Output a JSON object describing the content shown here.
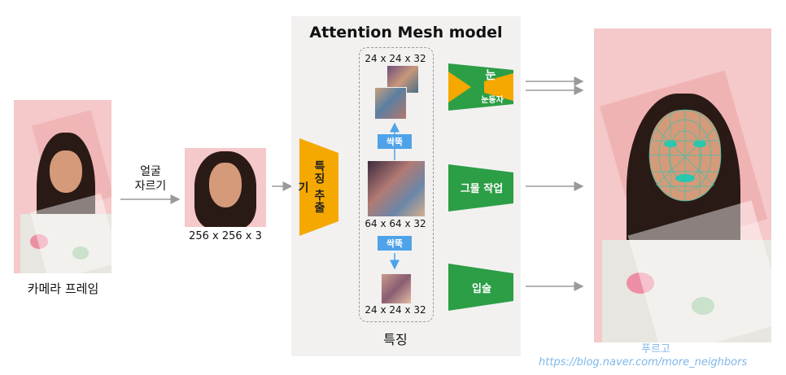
{
  "title": "Attention Mesh model",
  "camera_frame_label": "카메라 프레임",
  "crop_label_line1": "얼굴",
  "crop_label_line2": "자르기",
  "cropped_size": "256 x 256 x 3",
  "feature_extractor_label": "특징 추출기",
  "features": {
    "top_size": "24 x 24 x 32",
    "mid_size": "64 x 64 x 32",
    "bottom_size": "24 x 24 x 32",
    "crop_tag_top": "싹뚝",
    "crop_tag_bottom": "싹뚝",
    "group_label": "특징"
  },
  "heads": {
    "eyes": "눈",
    "iris": "눈동자",
    "contour": "그물 작업",
    "lips": "입술"
  },
  "watermark": {
    "name": "푸르고",
    "url": "https://blog.naver.com/more_neighbors"
  },
  "colors": {
    "orange": "#f5a800",
    "green": "#2c9e46",
    "blue": "#4ea3e8",
    "arrow_gray": "#9a9a9a",
    "panel_bg": "#f2f1f0"
  }
}
